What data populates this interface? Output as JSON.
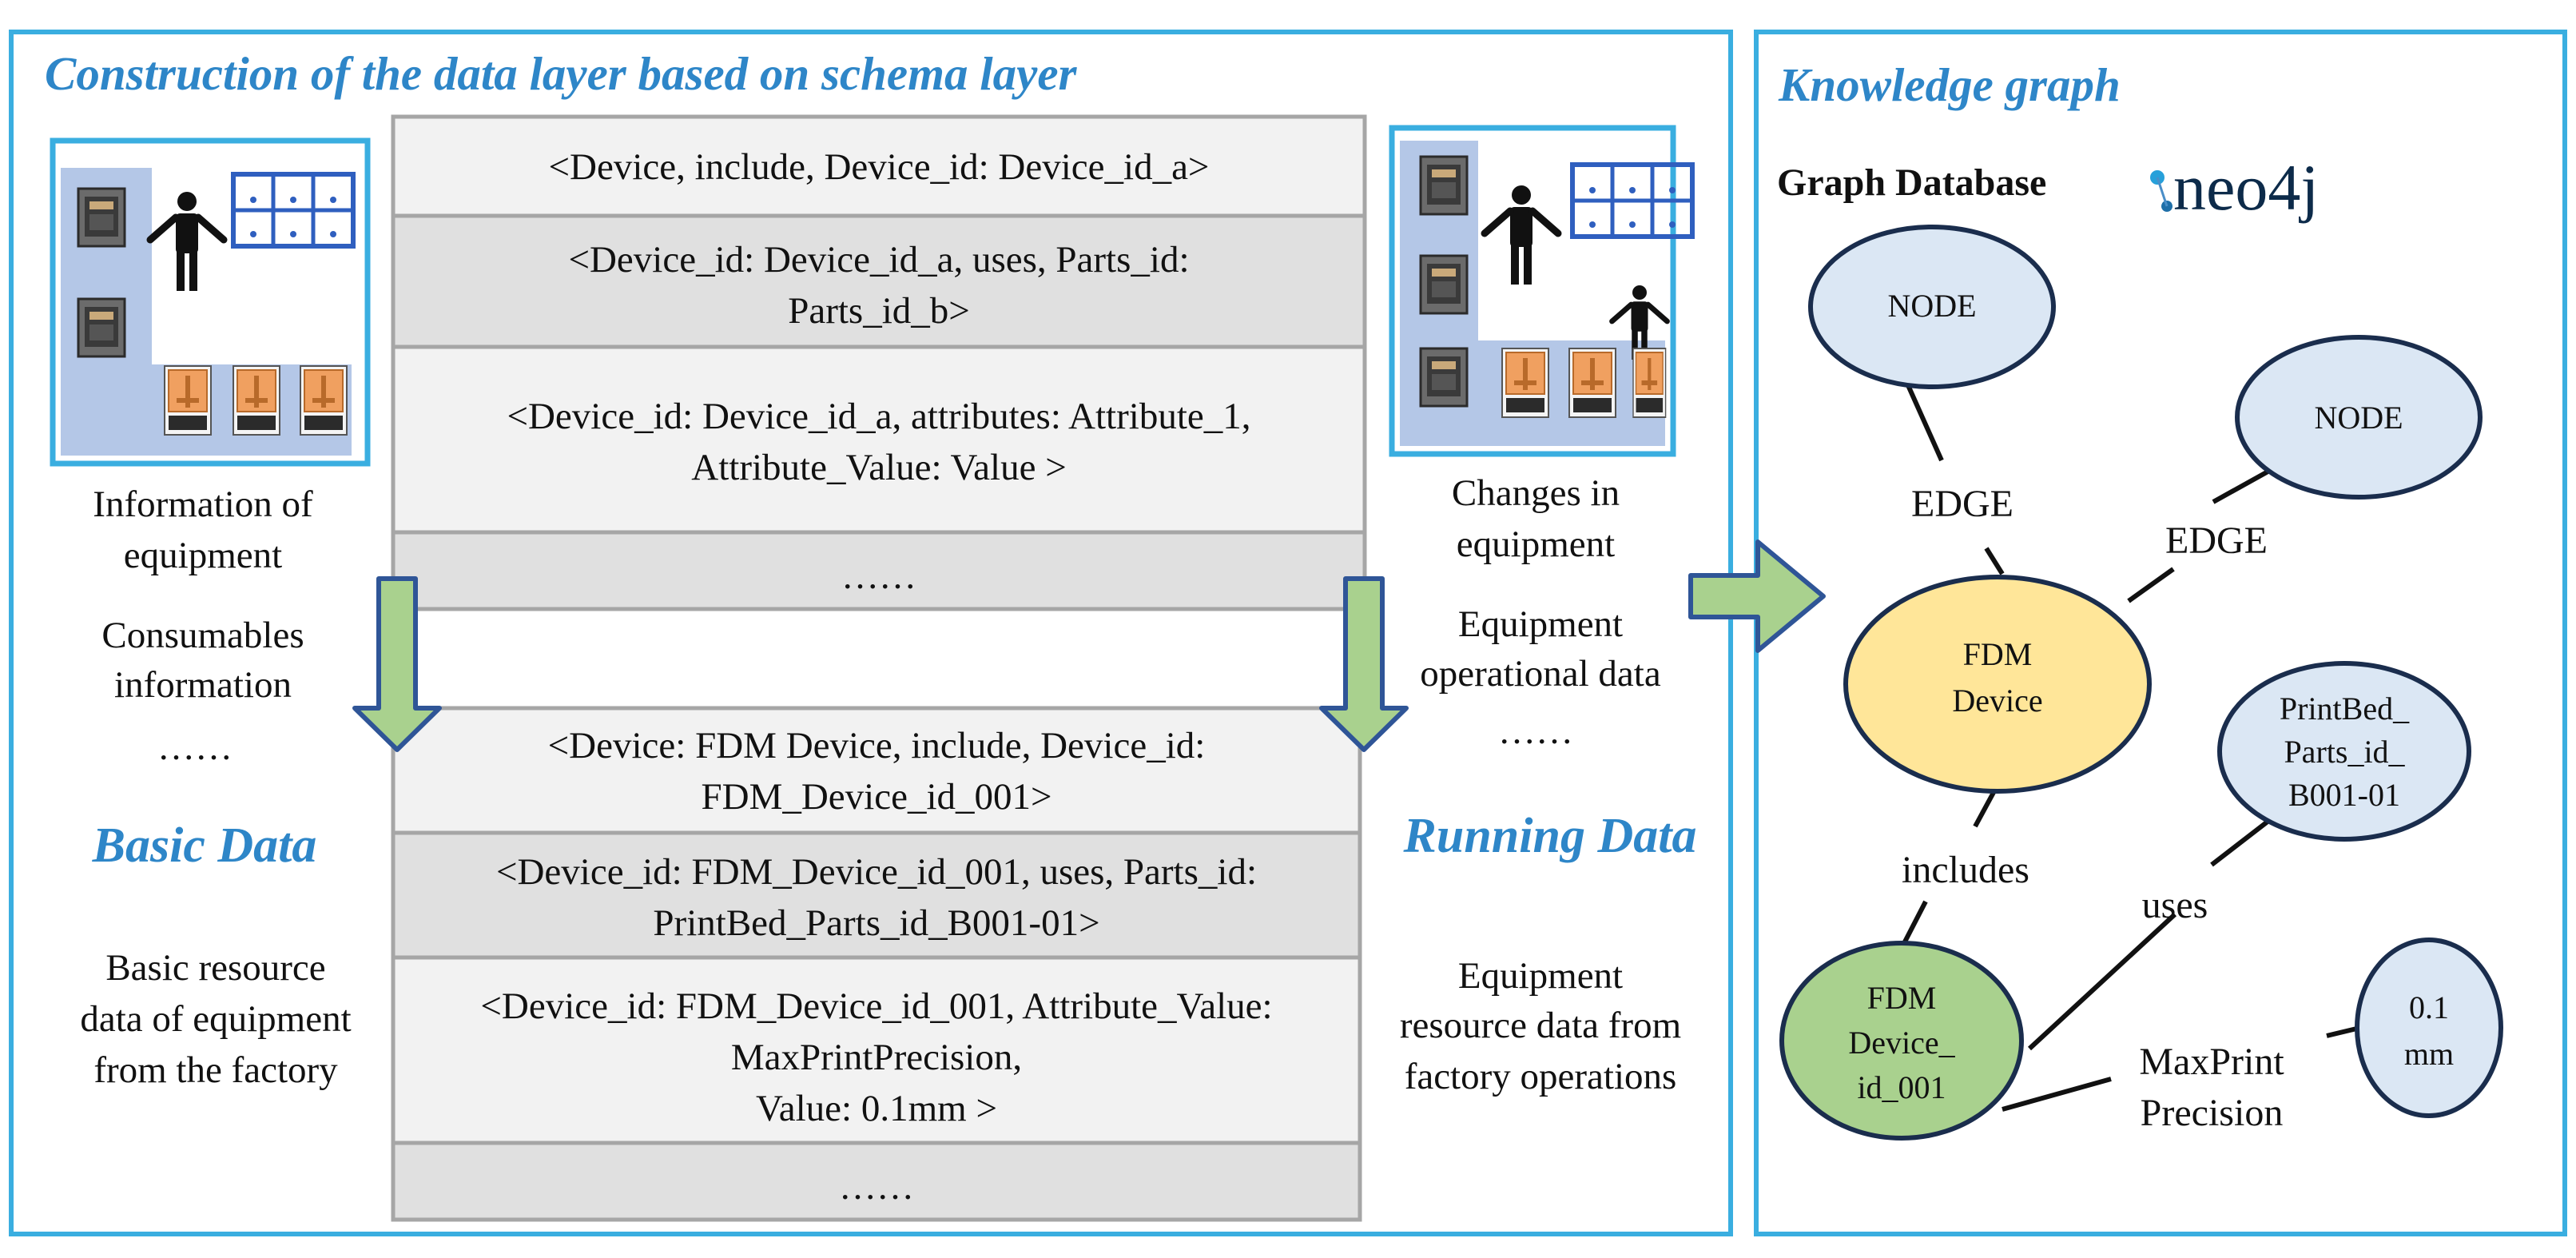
{
  "left_panel": {
    "title": "Construction of the data layer based on schema layer",
    "left_labels": {
      "info_line1": "Information of",
      "info_line2": "equipment",
      "consumables_line1": "Consumables",
      "consumables_line2": "information",
      "ellipsis": "……",
      "basic_data_title": "Basic Data",
      "basic_line1": "Basic resource",
      "basic_line2": "data of equipment",
      "basic_line3": "from the factory"
    },
    "right_labels": {
      "changes_line1": "Changes in",
      "changes_line2": "equipment",
      "operational_line1": "Equipment",
      "operational_line2": "operational data",
      "ellipsis": "……",
      "running_data_title": "Running Data",
      "running_line1": "Equipment",
      "running_line2": "resource data from",
      "running_line3": "factory operations"
    },
    "schema_rows": [
      {
        "lines": [
          "<Device, include,  Device_id: Device_id_a>"
        ]
      },
      {
        "lines": [
          "<Device_id: Device_id_a, uses, Parts_id:",
          "Parts_id_b>"
        ]
      },
      {
        "lines": [
          "<Device_id: Device_id_a, attributes: Attribute_1,",
          "Attribute_Value: Value >"
        ]
      },
      {
        "lines": [
          "……"
        ]
      }
    ],
    "data_rows": [
      {
        "lines": [
          "<Device: FDM Device, include, Device_id:",
          "FDM_Device_id_001>"
        ]
      },
      {
        "lines": [
          "<Device_id: FDM_Device_id_001, uses, Parts_id:",
          "PrintBed_Parts_id_B001-01>"
        ]
      },
      {
        "lines": [
          "<Device_id: FDM_Device_id_001, Attribute_Value:",
          "MaxPrintPrecision,",
          "Value: 0.1mm >"
        ]
      },
      {
        "lines": [
          "……"
        ]
      }
    ]
  },
  "right_panel": {
    "title": "Knowledge graph",
    "subtitle": "Graph Database",
    "logo_text": "neo4j",
    "nodes": {
      "node1": "NODE",
      "node2": "NODE",
      "fdm_device": [
        "FDM",
        "Device"
      ],
      "fdm_device_id": [
        "FDM",
        "Device_",
        "id_001"
      ],
      "printbed": [
        "PrintBed_",
        "Parts_id_",
        "B001-01"
      ],
      "precision": [
        "0.1",
        "mm"
      ]
    },
    "edges": {
      "edge1": "EDGE",
      "edge2": "EDGE",
      "includes": "includes",
      "uses": "uses",
      "maxprint_line1": "MaxPrint",
      "maxprint_line2": "Precision"
    }
  },
  "colors": {
    "panel_border": "#3aaee0",
    "title_blue": "#2e86c8",
    "arrow_fill": "#a9d18e",
    "arrow_stroke": "#2f5597",
    "node_blue": "#dbe7f4",
    "node_yellow": "#ffe699",
    "node_green": "#a9d18e",
    "row_light": "#f2f2f2",
    "row_dark": "#e0e0e0"
  }
}
